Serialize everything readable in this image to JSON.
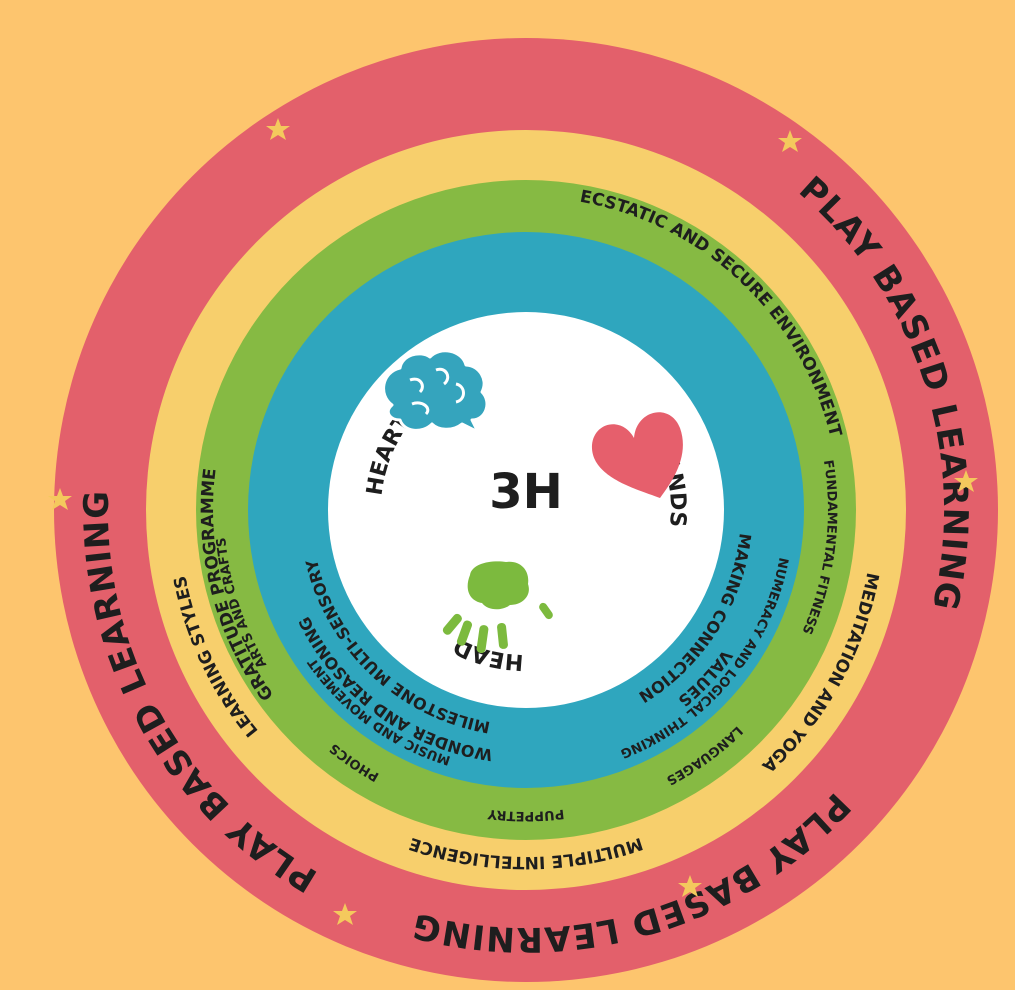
{
  "colors": {
    "background": "#fdc56e",
    "outer_ring": "#e3606b",
    "yellow_ring": "#f7cf6c",
    "green_ring": "#86ba43",
    "blue_ring": "#2fa6be",
    "center": "#ffffff",
    "text": "#1e1e1e",
    "brain": "#35a4bd",
    "heart": "#e65f6c",
    "hand": "#7cba3e",
    "star": "#f4c95d"
  },
  "outer_ring": {
    "top": "PLAY BASED LEARNING",
    "right": "PLAY BASED LEARNING",
    "left": "PLAY BASED LEARNING"
  },
  "yellow_ring": {
    "multiple_intelligence": "MULTIPLE INTELLIGENCE",
    "learning_styles": "LEARNING STYLES",
    "ecstatic_secure": "ECSTATIC AND SECURE ENVIRONMENT",
    "gratitude": "GRATITUDE PROGRAMME",
    "meditation": "MEDITATION AND YOGA"
  },
  "green_ring": {
    "puppetry": "PUPPETRY",
    "phoics": "PHOICS",
    "arts_crafts": "ARTS AND CRAFTS",
    "numeracy": "NUMERACY AND LOGICAL THINKING",
    "music": "MUSIC AND MOVEMENT",
    "fitness": "FUNDAMENTAL FITNESS",
    "languages": "LANGUAGES"
  },
  "blue_ring": {
    "wonder": "WONDER AND REASONING",
    "making_connection": "MAKING CONNECTION",
    "milestone": "MILESTONE MULTI-SENSORY",
    "values": "VALUES"
  },
  "center": {
    "title": "3H",
    "head": "HEAD",
    "heart": "HEART",
    "hands": "HANDS"
  },
  "icons": [
    "star-icon",
    "brain-icon",
    "heart-icon",
    "hand-icon"
  ]
}
